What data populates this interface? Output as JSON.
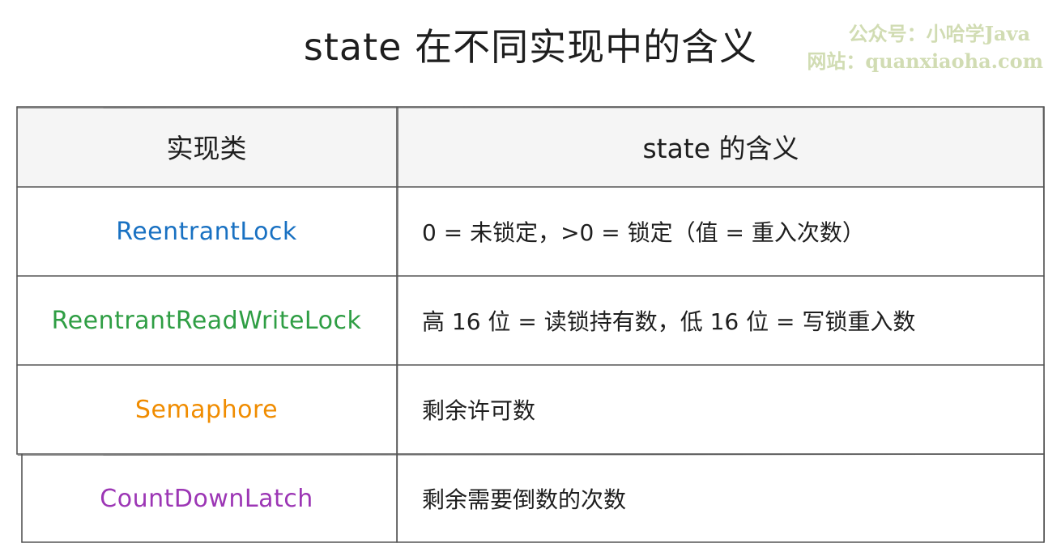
{
  "title": "state 在不同实现中的含义",
  "watermark": {
    "line1": "公众号：小哈学Java",
    "line2": "网站：quanxiaoha.com"
  },
  "table": {
    "headers": [
      "实现类",
      "state 的含义"
    ],
    "rows": [
      {
        "class": "ReentrantLock",
        "meaning": "0 = 未锁定，>0 = 锁定（值 = 重入次数）",
        "color": "#1971c2"
      },
      {
        "class": "ReentrantReadWriteLock",
        "meaning": "高 16 位 = 读锁持有数，低 16 位 = 写锁重入数",
        "color": "#2f9e44"
      },
      {
        "class": "Semaphore",
        "meaning": "剩余许可数",
        "color": "#f08c00"
      },
      {
        "class": "CountDownLatch",
        "meaning": "剩余需要倒数的次数",
        "color": "#9c36b5"
      }
    ]
  },
  "colors": {
    "border": "#555555",
    "header_bg": "#f5f5f5",
    "text": "#1e1e1e"
  }
}
